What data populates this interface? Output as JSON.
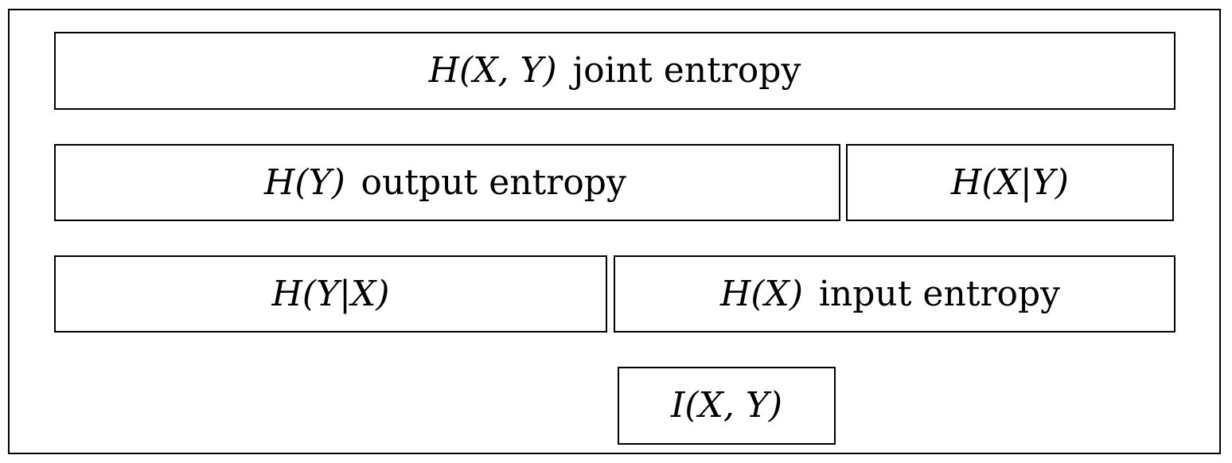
{
  "diagram": {
    "boxes": {
      "joint": {
        "symbol": "H(X, Y)",
        "description": "joint entropy"
      },
      "output": {
        "symbol": "H(Y)",
        "description": "output entropy"
      },
      "cond_x_given_y": {
        "symbol": "H(X|Y)",
        "description": ""
      },
      "cond_y_given_x": {
        "symbol": "H(Y|X)",
        "description": ""
      },
      "input": {
        "symbol": "H(X)",
        "description": "input entropy"
      },
      "mutual": {
        "symbol": "I(X, Y)",
        "description": ""
      }
    },
    "colors": {
      "stroke": "#000000",
      "background": "#ffffff"
    }
  }
}
